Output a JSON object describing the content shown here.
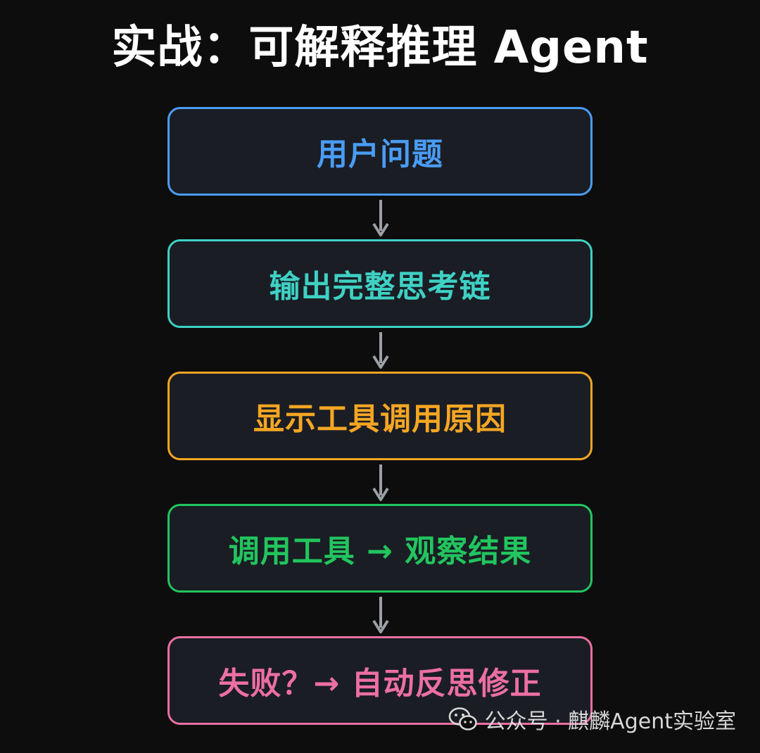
{
  "title": "实战：可解释推理 Agent",
  "steps": [
    {
      "label": "用户问题",
      "color": "#4a9cf5"
    },
    {
      "label": "输出完整思考链",
      "color": "#3ed1c4"
    },
    {
      "label": "显示工具调用原因",
      "color": "#f5a623"
    },
    {
      "label": "调用工具 → 观察结果",
      "color": "#22c55e"
    },
    {
      "label": "失败？→ 自动反思修正",
      "color": "#ec6fa3"
    }
  ],
  "arrow_color": "#9aa0a6",
  "watermark": {
    "icon": "wechat-icon",
    "text": "公众号 · 麒麟Agent实验室"
  }
}
